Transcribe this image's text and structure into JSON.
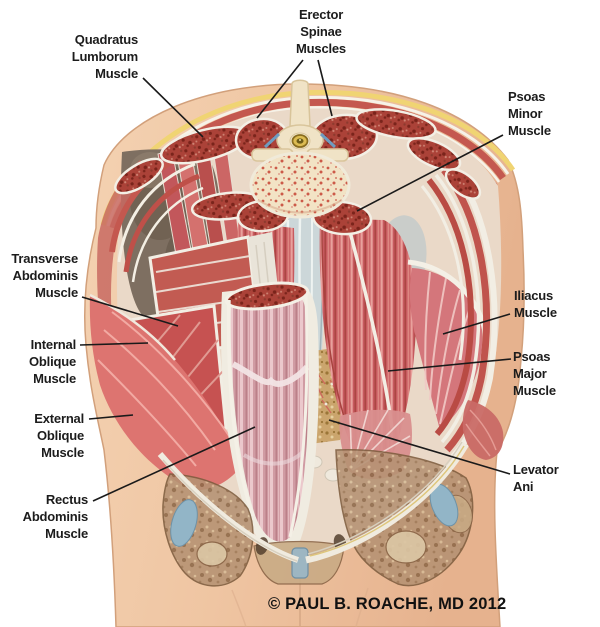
{
  "figure": {
    "type": "anatomical-diagram",
    "subject": "Abdominal and pelvic core muscles cutaway illustration",
    "copyright": "© PAUL B. ROACHE, MD 2012"
  },
  "labels": {
    "erector_spinae": "Erector\nSpinae\nMuscles",
    "quadratus_lumborum": "Quadratus\nLumborum\nMuscle",
    "psoas_minor": "Psoas\nMinor\nMuscle",
    "transverse_abdominis": "Transverse\nAbdominis\nMuscle",
    "internal_oblique": "Internal\nOblique\nMuscle",
    "external_oblique": "External\nOblique\nMuscle",
    "rectus_abdominis": "Rectus\nAbdominis\nMuscle",
    "iliacus": "Iliacus\nMuscle",
    "psoas_major": "Psoas\nMajor\nMuscle",
    "levator_ani": "Levator\nAni"
  },
  "colors": {
    "background": "#ffffff",
    "skin": "#efc5a2",
    "fat_yellow": "#f0d473",
    "muscle_red": "#c0504a",
    "muscle_dark_speckled": "#ab4238",
    "muscle_pink": "#cf9aa1",
    "fascia_white": "#f2eee4",
    "bone_brown": "#b59273",
    "cartilage_blue": "#92b5c7",
    "label_text": "#1c1c1c"
  }
}
